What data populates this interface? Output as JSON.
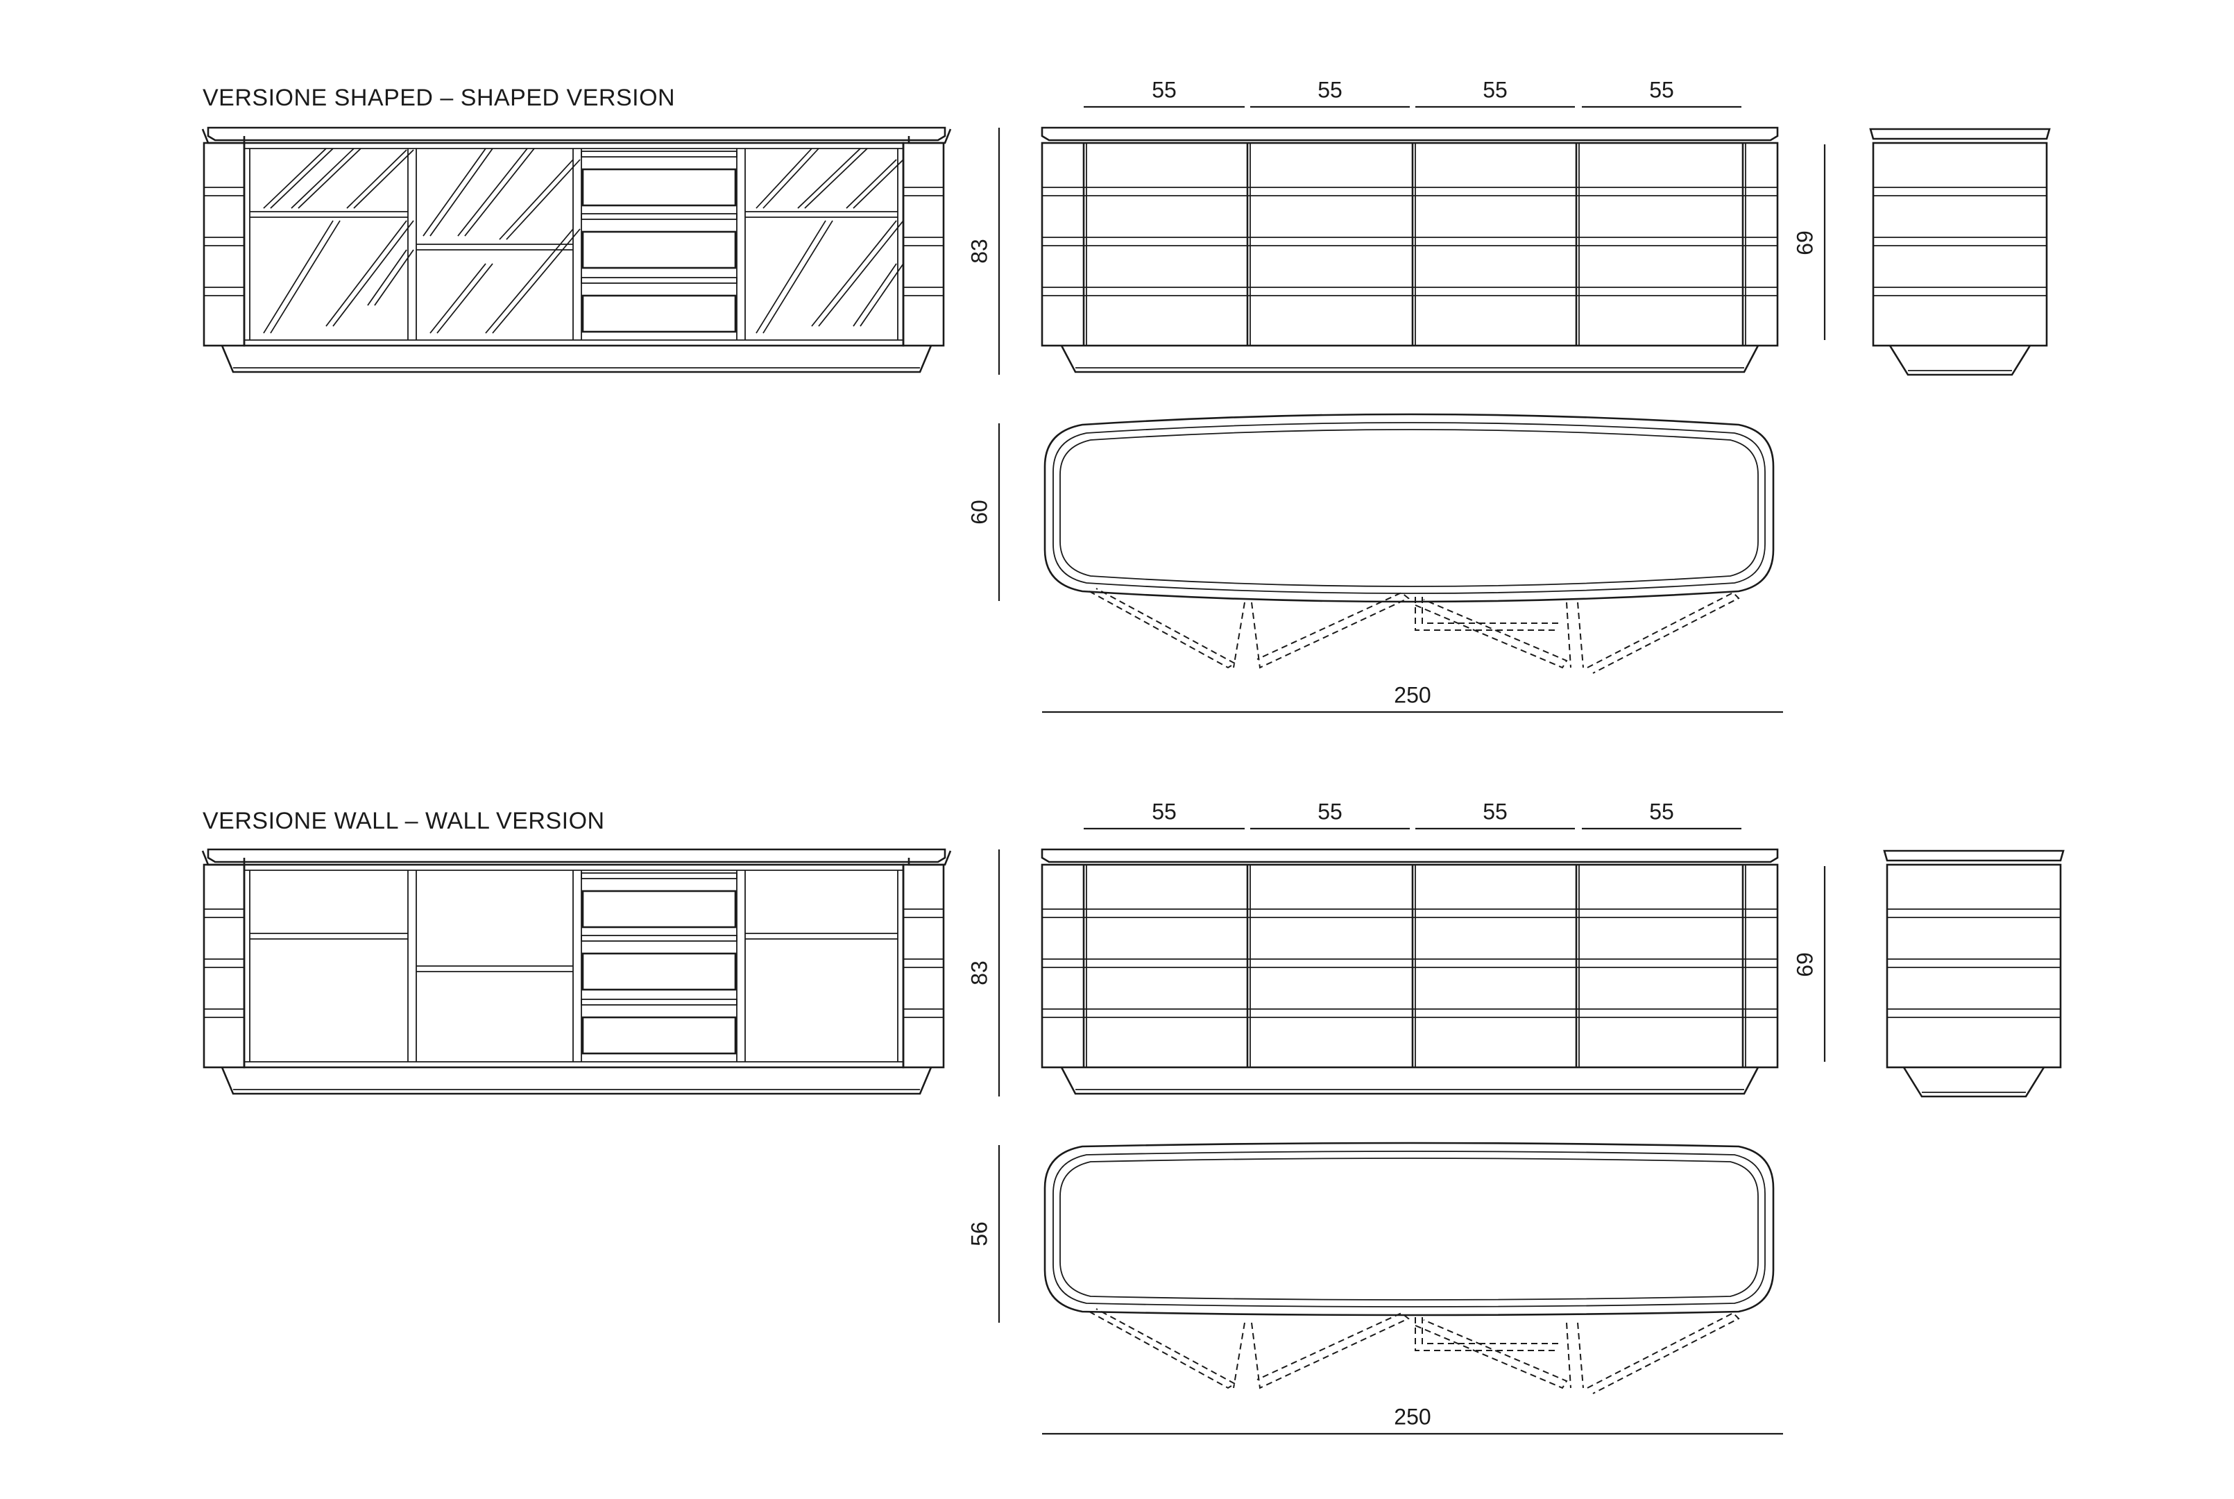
{
  "sections": [
    {
      "title": "VERSIONE SHAPED – SHAPED VERSION",
      "module_widths": [
        "55",
        "55",
        "55",
        "55"
      ],
      "front_height": "83",
      "side_height": "69",
      "plan_depth": "60",
      "total_width": "250"
    },
    {
      "title": "VERSIONE WALL – WALL VERSION",
      "module_widths": [
        "55",
        "55",
        "55",
        "55"
      ],
      "front_height": "83",
      "side_height": "69",
      "plan_depth": "56",
      "total_width": "250"
    }
  ],
  "colors": {
    "line": "#1a1a1a",
    "background": "#ffffff"
  }
}
